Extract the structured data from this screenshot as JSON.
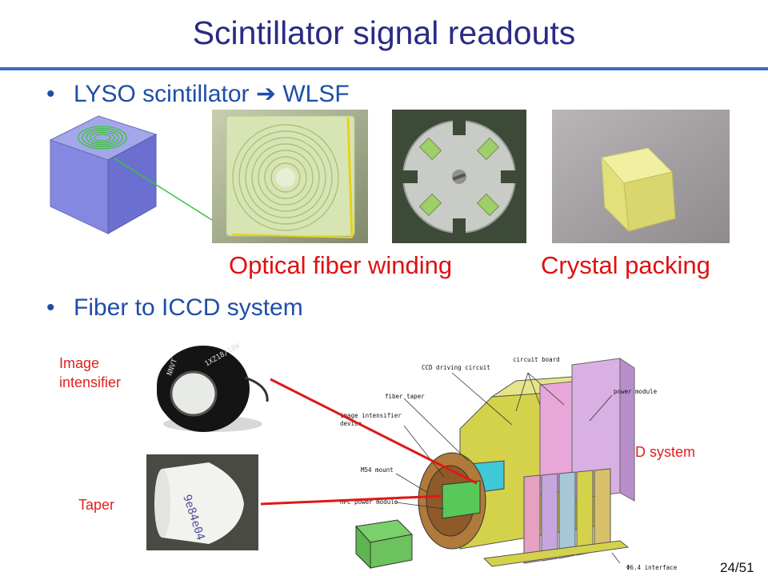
{
  "slide": {
    "title": "Scintillator signal readouts",
    "bullets": [
      {
        "text": "LYSO scintillator  ➔ WLSF"
      },
      {
        "text": "Fiber to ICCD system"
      }
    ],
    "captions": {
      "winding": "Optical fiber winding",
      "packing": "Crystal packing"
    },
    "labels": {
      "intensifier_line1": "Image",
      "intensifier_line2": "intensifier",
      "taper": "Taper",
      "iccd": "ICCD system"
    },
    "device_print": {
      "intensifier_text": "1XZ18/18W",
      "intensifier_brand": "NNVT",
      "taper_text": "9e84e04"
    },
    "diagram_labels": {
      "ccd_driving": "CCD driving circuit",
      "circuit_board": "circuit board",
      "fiber_taper": "fiber taper",
      "power_module": "power module",
      "intensifier_device_1": "image intensifier",
      "intensifier_device_2": "device",
      "m54_mount": "M54 mount",
      "hpc_power": "HPC power module",
      "interface": "Φ6.4 interface"
    },
    "page": "24/51"
  }
}
